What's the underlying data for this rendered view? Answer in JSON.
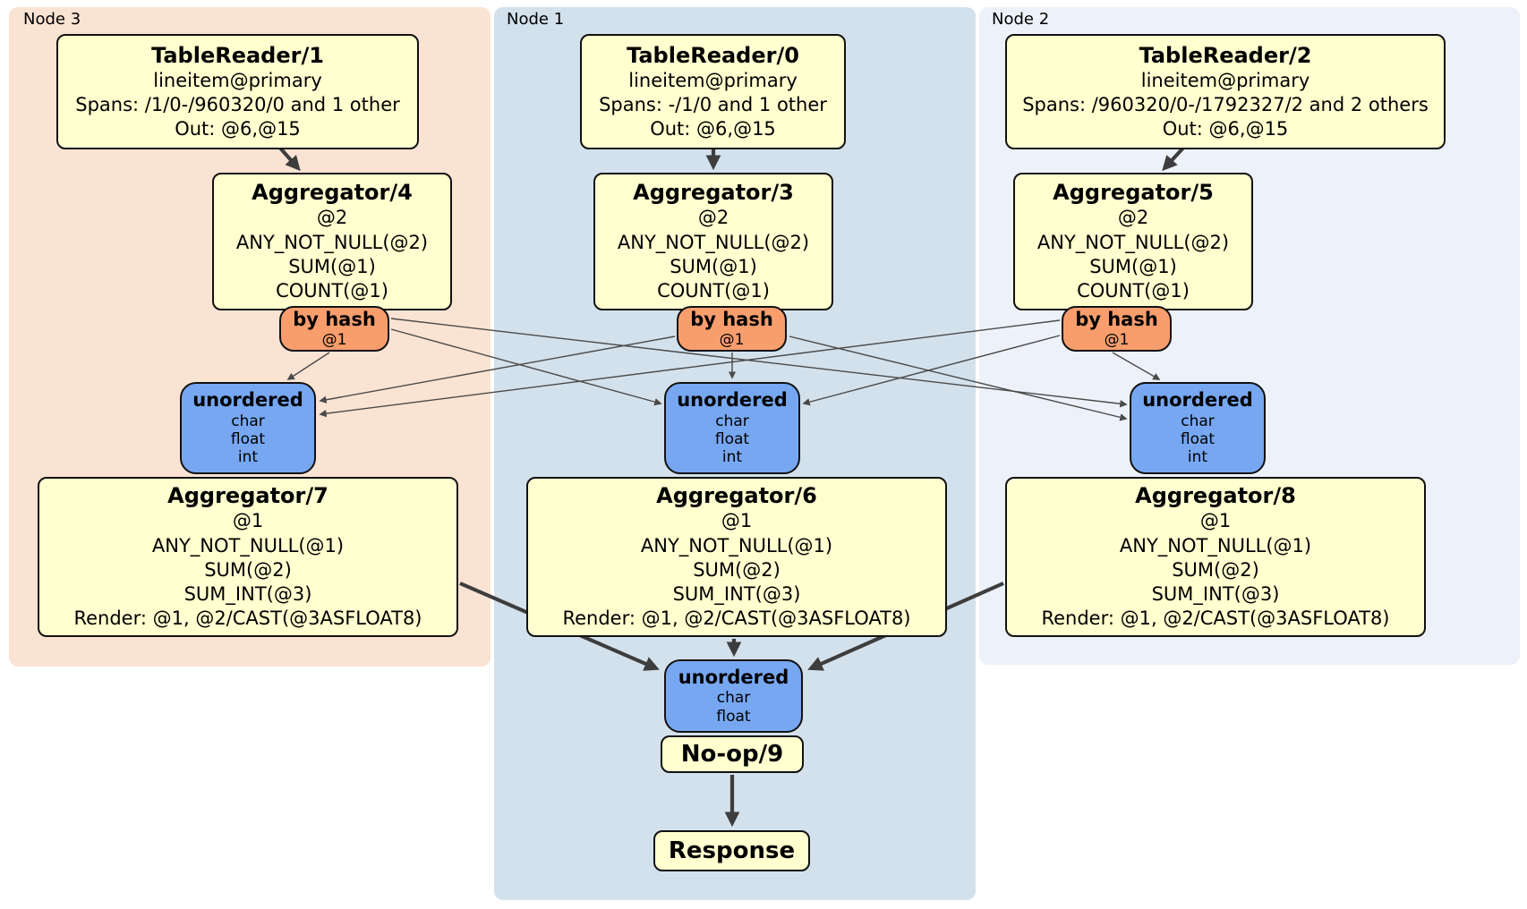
{
  "colors": {
    "region_node3_bg": "#fbe3d4",
    "region_node1_bg": "#d3e1ec",
    "region_node2_bg": "#edf2fa",
    "processor_fill": "#ffffd0",
    "router_fill": "#f89e6d",
    "sync_fill": "#77a7f1",
    "edge_thin": "#4a4a4a",
    "edge_thick": "#3d3d3d"
  },
  "regions": {
    "node3": {
      "label": "Node 3"
    },
    "node1": {
      "label": "Node 1"
    },
    "node2": {
      "label": "Node 2"
    }
  },
  "boxes": {
    "tr1": {
      "title": "TableReader/1",
      "lines": [
        "lineitem@primary",
        "Spans: /1/0-/960320/0 and 1 other",
        "Out: @6,@15"
      ]
    },
    "tr0": {
      "title": "TableReader/0",
      "lines": [
        "lineitem@primary",
        "Spans: -/1/0 and 1 other",
        "Out: @6,@15"
      ]
    },
    "tr2": {
      "title": "TableReader/2",
      "lines": [
        "lineitem@primary",
        "Spans: /960320/0-/1792327/2 and 2 others",
        "Out: @6,@15"
      ]
    },
    "agg4": {
      "title": "Aggregator/4",
      "lines": [
        "@2",
        "ANY_NOT_NULL(@2)",
        "SUM(@1)",
        "COUNT(@1)"
      ]
    },
    "agg3": {
      "title": "Aggregator/3",
      "lines": [
        "@2",
        "ANY_NOT_NULL(@2)",
        "SUM(@1)",
        "COUNT(@1)"
      ]
    },
    "agg5": {
      "title": "Aggregator/5",
      "lines": [
        "@2",
        "ANY_NOT_NULL(@2)",
        "SUM(@1)",
        "COUNT(@1)"
      ]
    },
    "router3": {
      "title": "by hash",
      "lines": [
        "@1"
      ]
    },
    "router1": {
      "title": "by hash",
      "lines": [
        "@1"
      ]
    },
    "router2": {
      "title": "by hash",
      "lines": [
        "@1"
      ]
    },
    "sync3": {
      "title": "unordered",
      "lines": [
        "char",
        "float",
        "int"
      ]
    },
    "sync1": {
      "title": "unordered",
      "lines": [
        "char",
        "float",
        "int"
      ]
    },
    "sync2": {
      "title": "unordered",
      "lines": [
        "char",
        "float",
        "int"
      ]
    },
    "agg7": {
      "title": "Aggregator/7",
      "lines": [
        "@1",
        "ANY_NOT_NULL(@1)",
        "SUM(@2)",
        "SUM_INT(@3)",
        "Render: @1, @2/CAST(@3ASFLOAT8)"
      ]
    },
    "agg6": {
      "title": "Aggregator/6",
      "lines": [
        "@1",
        "ANY_NOT_NULL(@1)",
        "SUM(@2)",
        "SUM_INT(@3)",
        "Render: @1, @2/CAST(@3ASFLOAT8)"
      ]
    },
    "agg8": {
      "title": "Aggregator/8",
      "lines": [
        "@1",
        "ANY_NOT_NULL(@1)",
        "SUM(@2)",
        "SUM_INT(@3)",
        "Render: @1, @2/CAST(@3ASFLOAT8)"
      ]
    },
    "syncFinal": {
      "title": "unordered",
      "lines": [
        "char",
        "float"
      ]
    },
    "noop": {
      "title": "No-op/9"
    },
    "response": {
      "title": "Response"
    }
  }
}
